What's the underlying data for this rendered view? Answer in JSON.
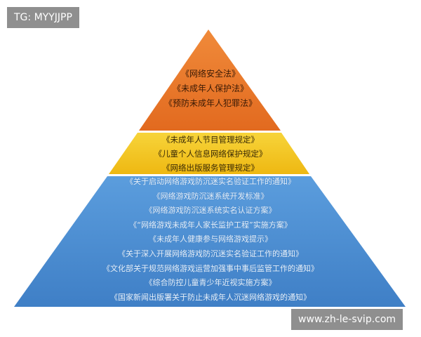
{
  "watermarks": {
    "top_left": "TG: MYYJJPP",
    "bottom_right": "www.zh-le-svip.com"
  },
  "colors": {
    "top": "#e8732a",
    "middle": "#f3c81e",
    "bottom": "#4f8fd4"
  },
  "pyramid": {
    "top": [
      "《网络安全法》",
      "《未成年人保护法》",
      "《预防未成年人犯罪法》"
    ],
    "middle": [
      "《未成年人节目管理规定》",
      "《儿童个人信息网络保护规定》",
      "《网络出版服务管理规定》"
    ],
    "bottom": [
      "《关于启动网络游戏防沉迷实名验证工作的通知》",
      "《网络游戏防沉迷系统开发标准》",
      "《网络游戏防沉迷系统实名认证方案》",
      "《“网络游戏未成年人家长监护工程”实施方案》",
      "《未成年人健康参与网络游戏提示》",
      "《关于深入开展网络游戏防沉迷实名验证工作的通知》",
      "《文化部关于规范网络游戏运营加强事中事后监管工作的通知》",
      "《综合防控儿童青少年近视实施方案》",
      "《国家新闻出版署关于防止未成年人沉迷网络游戏的通知》"
    ]
  }
}
